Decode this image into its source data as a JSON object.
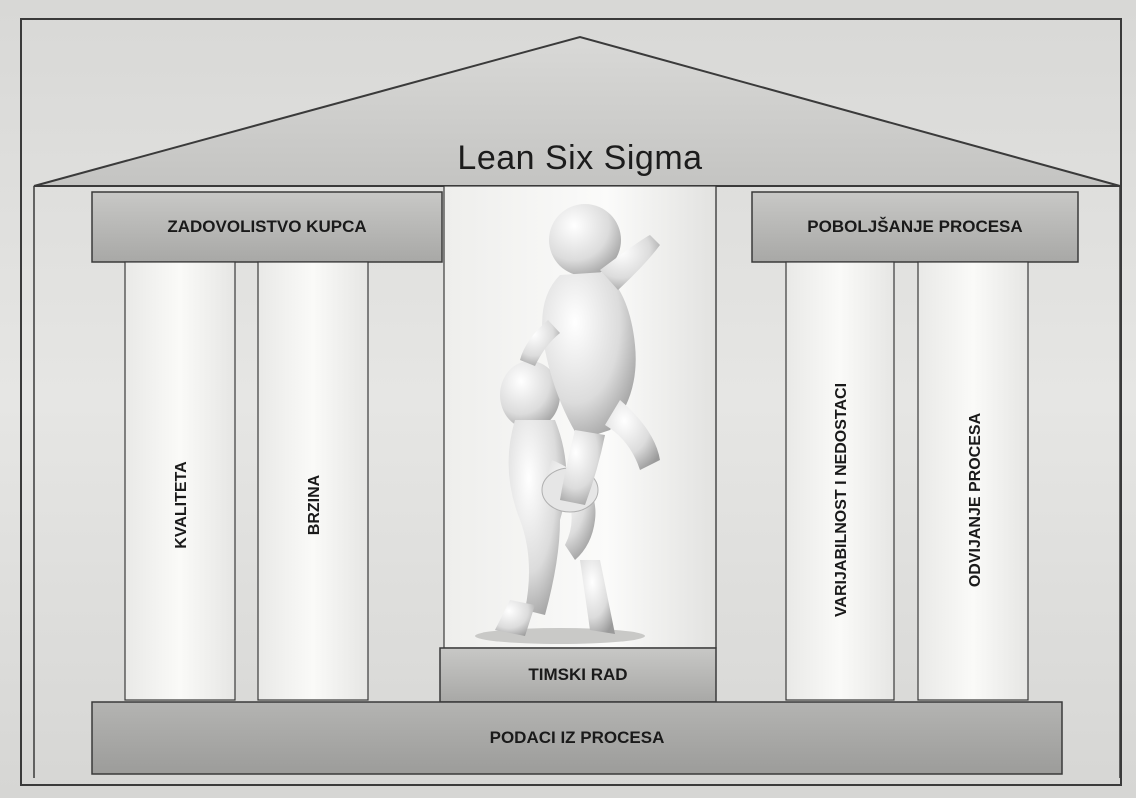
{
  "title": "Lean Six Sigma",
  "left_beam": "ZADOVOLISTVO KUPCA",
  "right_beam": "POBOLJŠANJE PROCESA",
  "left_pillars": [
    "KVALITETA",
    "BRZINA"
  ],
  "right_pillars": [
    "VARIJABILNOST I NEDOSTACI",
    "ODVIJANJE PROCESA"
  ],
  "center_step": "TIMSKI RAD",
  "foundation": "PODACI IZ PROCESA",
  "center_image": {
    "icon": "climbing-figures-icon"
  },
  "colors": {
    "roof": "#cfcfcd",
    "beam": "#b9b9b7",
    "pillar": "#f4f4f2",
    "foundation": "#a9a9a7",
    "line": "#3a3a3a"
  }
}
